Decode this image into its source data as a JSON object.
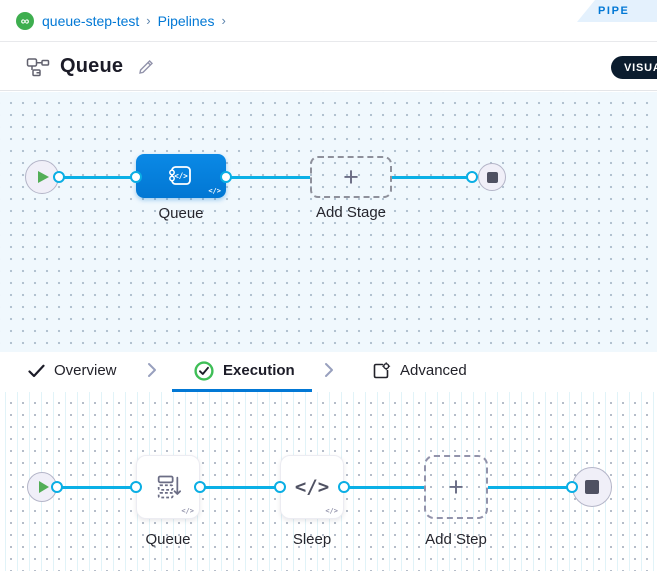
{
  "header": {
    "breadcrumb": {
      "project": "queue-step-test",
      "section": "Pipelines"
    },
    "corner_tag_label": "PIPE"
  },
  "title_bar": {
    "title": "Queue",
    "mode_toggle_label": "VISUAL"
  },
  "stage_canvas": {
    "stage_label": "Queue",
    "add_stage_label": "Add Stage"
  },
  "tabs": {
    "items": [
      {
        "label": "Overview",
        "state": "completed"
      },
      {
        "label": "Execution",
        "state": "active"
      },
      {
        "label": "Advanced",
        "state": "default"
      }
    ]
  },
  "execution_canvas": {
    "steps": [
      {
        "label": "Queue",
        "icon": "queue-icon"
      },
      {
        "label": "Sleep",
        "icon": "code-icon"
      }
    ],
    "add_step_label": "Add Step"
  },
  "glyphs": {
    "plus": "+",
    "code_badge": "</>",
    "code_icon": "</>",
    "infinity": "∞"
  },
  "colors": {
    "accent_blue": "#0278D5",
    "stage_node_blue": "#0680E0",
    "edge_cyan": "#0AB0E6",
    "success_green": "#3FBE57",
    "dark_navy_pill": "#0B1C2E",
    "canvas_tint": "#F0F8FD"
  }
}
